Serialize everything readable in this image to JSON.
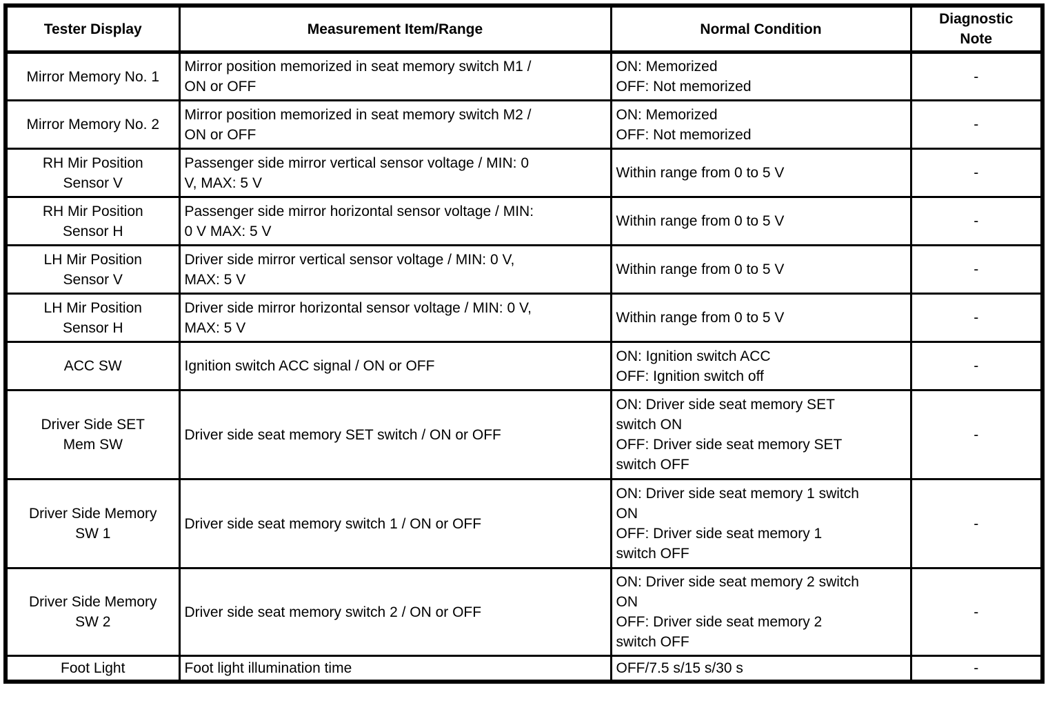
{
  "page": {
    "background_color": "#ffffff",
    "border_color": "#000000",
    "text_color": "#000000"
  },
  "table": {
    "headers": {
      "tester_display": "Tester Display",
      "measurement_item_range": "Measurement Item/Range",
      "normal_condition": "Normal Condition",
      "diagnostic_note": "Diagnostic\nNote"
    },
    "rows": [
      {
        "tester_display": "Mirror Memory No. 1",
        "measurement_item_range": "Mirror position memorized in seat memory switch M1 /\nON or OFF",
        "normal_condition": "ON: Memorized\nOFF: Not memorized",
        "diagnostic_note": "-"
      },
      {
        "tester_display": "Mirror Memory No. 2",
        "measurement_item_range": "Mirror position memorized in seat memory switch M2 /\nON or OFF",
        "normal_condition": "ON: Memorized\nOFF: Not memorized",
        "diagnostic_note": "-"
      },
      {
        "tester_display": "RH Mir Position\nSensor V",
        "measurement_item_range": "Passenger side mirror vertical sensor voltage / MIN: 0\nV, MAX: 5 V",
        "normal_condition": "Within range from 0 to 5 V",
        "diagnostic_note": "-"
      },
      {
        "tester_display": "RH Mir Position\nSensor H",
        "measurement_item_range": "Passenger side mirror horizontal sensor voltage / MIN:\n0 V MAX: 5 V",
        "normal_condition": "Within range from 0 to 5 V",
        "diagnostic_note": "-"
      },
      {
        "tester_display": "LH Mir Position\nSensor V",
        "measurement_item_range": "Driver side mirror vertical sensor voltage / MIN: 0 V,\nMAX: 5 V",
        "normal_condition": "Within range from 0 to 5 V",
        "diagnostic_note": "-"
      },
      {
        "tester_display": "LH Mir Position\nSensor H",
        "measurement_item_range": "Driver side mirror horizontal sensor voltage / MIN: 0 V,\nMAX: 5 V",
        "normal_condition": "Within range from 0 to 5 V",
        "diagnostic_note": "-"
      },
      {
        "tester_display": "ACC SW",
        "measurement_item_range": "Ignition switch ACC signal / ON or OFF",
        "normal_condition": "ON: Ignition switch ACC\nOFF: Ignition switch off",
        "diagnostic_note": "-"
      },
      {
        "tester_display": "Driver Side SET\nMem SW",
        "measurement_item_range": "Driver side seat memory SET switch / ON or OFF",
        "normal_condition": "ON: Driver side seat memory SET\nswitch ON\nOFF: Driver side seat memory SET\nswitch OFF",
        "diagnostic_note": "-"
      },
      {
        "tester_display": "Driver Side Memory\nSW 1",
        "measurement_item_range": "Driver side seat memory switch 1 / ON or OFF",
        "normal_condition": "ON: Driver side seat memory 1 switch\nON\nOFF: Driver side seat memory 1\nswitch OFF",
        "diagnostic_note": "-"
      },
      {
        "tester_display": "Driver Side Memory\nSW 2",
        "measurement_item_range": "Driver side seat memory switch 2 / ON or OFF",
        "normal_condition": "ON: Driver side seat memory 2 switch\nON\nOFF: Driver side seat memory 2\nswitch OFF",
        "diagnostic_note": "-"
      },
      {
        "tester_display": "Foot Light",
        "measurement_item_range": "Foot light illumination time",
        "normal_condition": "OFF/7.5 s/15 s/30 s",
        "diagnostic_note": "-"
      }
    ]
  }
}
